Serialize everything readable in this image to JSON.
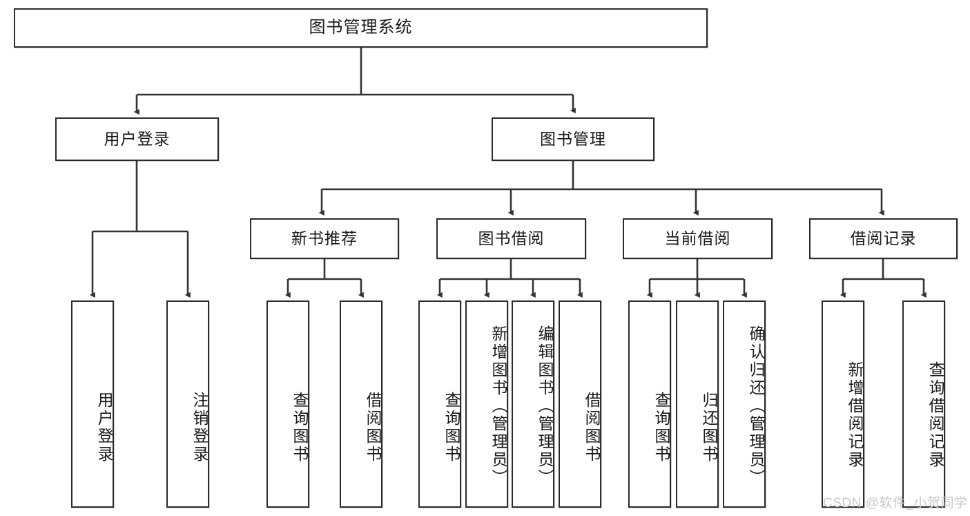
{
  "diagram": {
    "title": "图书管理系统",
    "type": "tree-hierarchy-diagram",
    "watermark": "CSDN @软件_小贺同学",
    "colors": {
      "box_border": "#2b2b2b",
      "box_fill": "#ffffff",
      "connector": "#333333",
      "text": "#1a1a1a",
      "watermark": "#c9c9c9",
      "background": "#ffffff"
    },
    "levels": {
      "root": {
        "label": "图书管理系统"
      },
      "level2": [
        {
          "label": "用户登录"
        },
        {
          "label": "图书管理"
        }
      ],
      "level3": [
        {
          "label": "新书推荐"
        },
        {
          "label": "图书借阅"
        },
        {
          "label": "当前借阅"
        },
        {
          "label": "借阅记录"
        }
      ],
      "leaves": {
        "user_login": [
          {
            "label": "用户登录"
          },
          {
            "label": "注销登录"
          }
        ],
        "new_book_recommend": [
          {
            "label": "查询图书"
          },
          {
            "label": "借阅图书"
          }
        ],
        "book_borrow": [
          {
            "label": "查询图书"
          },
          {
            "label": "新增图书（管理员）"
          },
          {
            "label": "编辑图书（管理员）"
          },
          {
            "label": "借阅图书"
          }
        ],
        "current_borrow": [
          {
            "label": "查询图书"
          },
          {
            "label": "归还图书"
          },
          {
            "label": "确认归还（管理员）"
          }
        ],
        "borrow_record": [
          {
            "label": "新增借阅记录"
          },
          {
            "label": "查询借阅记录"
          }
        ]
      }
    }
  }
}
